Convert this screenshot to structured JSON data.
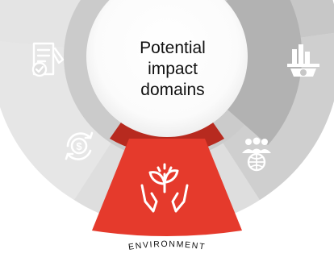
{
  "diagram": {
    "center": {
      "lines": [
        "Potential",
        "impact",
        "domains"
      ]
    },
    "segments": [
      {
        "name": "governance",
        "icon": "document-checkmark-icon",
        "selected": false
      },
      {
        "name": "economic",
        "icon": "coin-cycle-icon",
        "selected": false
      },
      {
        "name": "environment",
        "icon": "hands-holding-plant-icon",
        "selected": true,
        "label": "ENVIRONMENT"
      },
      {
        "name": "social",
        "icon": "people-globe-icon",
        "selected": false
      },
      {
        "name": "infrastructure",
        "icon": "city-gear-icon",
        "selected": false
      }
    ],
    "colors": {
      "selected": "#e53a2c",
      "ring_outer": "#dcdcdc",
      "ring_inner": "#c9c9c9",
      "right_outer": "#bdbdbd",
      "right_inner": "#a9a9a9",
      "icon": "#ffffff",
      "center_fill": "#ffffff"
    }
  }
}
